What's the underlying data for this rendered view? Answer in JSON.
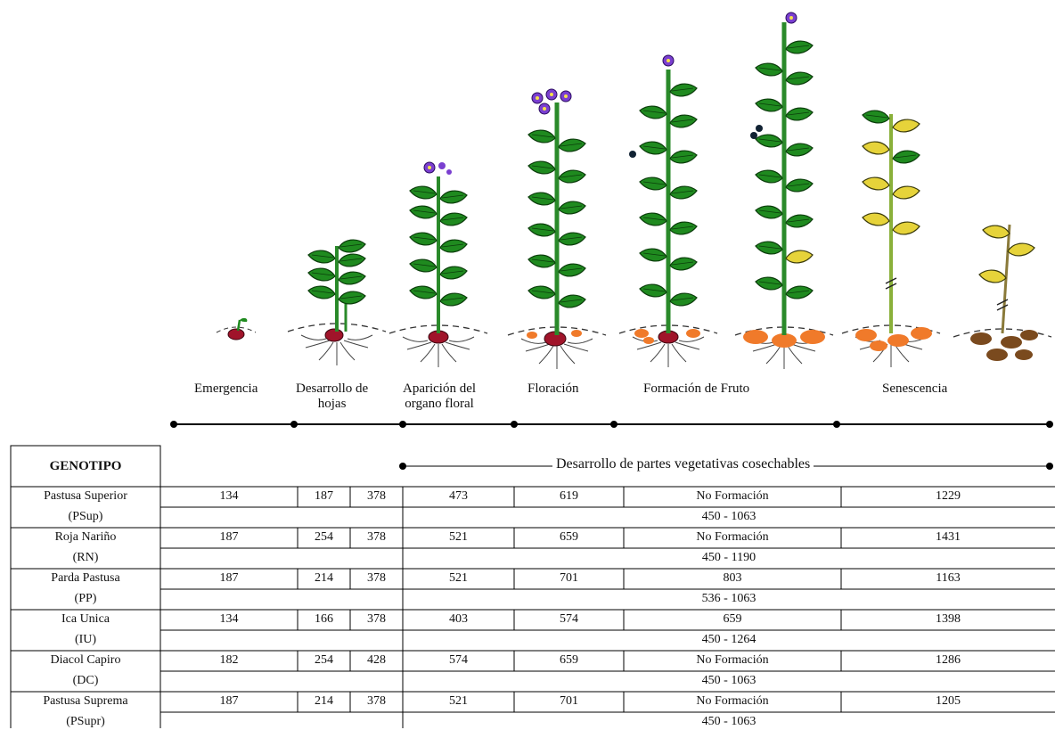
{
  "stages": [
    {
      "line1": "Emergencia",
      "line2": ""
    },
    {
      "line1": "Desarrollo de",
      "line2": "hojas"
    },
    {
      "line1": "Aparición del",
      "line2": "organo floral"
    },
    {
      "line1": "Floración",
      "line2": ""
    },
    {
      "line1": "Formación de Fruto",
      "line2": ""
    },
    {
      "line1": "Senescencia",
      "line2": ""
    }
  ],
  "table": {
    "header": "GENOTIPO",
    "vegetative_label": "Desarrollo de partes vegetativas cosechables",
    "rows": [
      {
        "name": "Pastusa Superior",
        "code": "(PSup)",
        "values": [
          "134",
          "187",
          "378",
          "473",
          "619",
          "No Formación",
          "1229"
        ],
        "range": "450 - 1063"
      },
      {
        "name": "Roja Nariño",
        "code": "(RN)",
        "values": [
          "187",
          "254",
          "378",
          "521",
          "659",
          "No Formación",
          "1431"
        ],
        "range": "450 - 1190"
      },
      {
        "name": "Parda Pastusa",
        "code": "(PP)",
        "values": [
          "187",
          "214",
          "378",
          "521",
          "701",
          "803",
          "1163"
        ],
        "range": "536 - 1063"
      },
      {
        "name": "Ica Unica",
        "code": "(IU)",
        "values": [
          "134",
          "166",
          "378",
          "403",
          "574",
          "659",
          "1398"
        ],
        "range": "450 - 1264"
      },
      {
        "name": "Diacol Capiro",
        "code": "(DC)",
        "values": [
          "182",
          "254",
          "428",
          "574",
          "659",
          "No Formación",
          "1286"
        ],
        "range": "450 - 1063"
      },
      {
        "name": "Pastusa Suprema",
        "code": "(PSupr)",
        "values": [
          "187",
          "214",
          "378",
          "521",
          "701",
          "No Formación",
          "1205"
        ],
        "range": "450 - 1063"
      }
    ]
  },
  "colors": {
    "leaf": "#1f8a1f",
    "leaf_dark": "#0e4f0e",
    "flower": "#7a3fd0",
    "seed_tuber": "#a0142a",
    "new_tuber": "#f07a2a",
    "old_tuber": "#7a4a1e",
    "senescent_leaf": "#e0c020"
  }
}
